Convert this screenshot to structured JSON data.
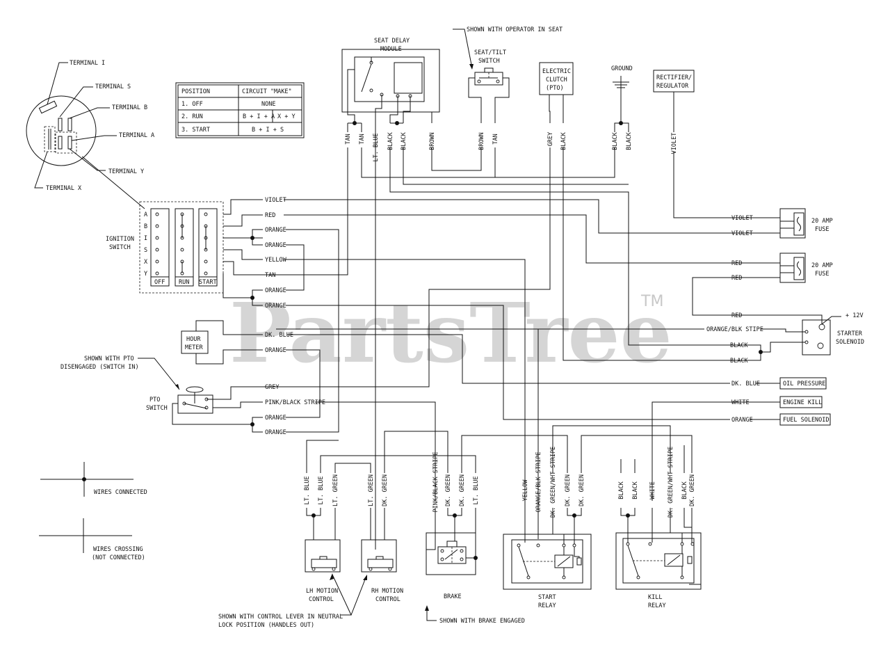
{
  "watermark": {
    "text": "PartsTree",
    "tm": "TM"
  },
  "key_switch": {
    "terminals": {
      "i": "TERMINAL I",
      "s": "TERMINAL S",
      "b": "TERMINAL B",
      "a": "TERMINAL A",
      "y": "TERMINAL Y",
      "x": "TERMINAL X"
    }
  },
  "position_table": {
    "header": [
      "POSITION",
      "CIRCUIT \"MAKE\""
    ],
    "rows": [
      [
        "1. OFF",
        "NONE",
        ""
      ],
      [
        "2. RUN",
        "B + I + A",
        "X + Y"
      ],
      [
        "3. START",
        "B + I + S",
        ""
      ]
    ]
  },
  "ignition_switch": {
    "title": [
      "IGNITION",
      "SWITCH"
    ],
    "letters": [
      "A",
      "B",
      "I",
      "S",
      "X",
      "Y"
    ],
    "columns": [
      "OFF",
      "RUN",
      "START"
    ],
    "wires": [
      "VIOLET",
      "RED",
      "ORANGE",
      "ORANGE",
      "YELLOW",
      "TAN",
      "ORANGE",
      "ORANGE"
    ]
  },
  "hour_meter": {
    "title": [
      "HOUR",
      "METER"
    ],
    "wires": [
      "DK. BLUE",
      "ORANGE"
    ]
  },
  "pto_switch": {
    "title": [
      "PTO",
      "SWITCH"
    ],
    "note": [
      "SHOWN WITH PTO",
      "DISENGAGED (SWITCH IN)"
    ],
    "wires": [
      "GREY",
      "PINK/BLACK STRIPE",
      "ORANGE",
      "ORANGE"
    ]
  },
  "seat_delay": {
    "title": [
      "SEAT DELAY",
      "MODULE"
    ]
  },
  "seat_tilt": {
    "title": [
      "SEAT/TILT",
      "SWITCH"
    ],
    "note": "SHOWN WITH OPERATOR IN SEAT"
  },
  "clutch": {
    "title": [
      "ELECTRIC",
      "CLUTCH",
      "(PTO)"
    ]
  },
  "ground": {
    "title": "GROUND"
  },
  "rectifier": {
    "title": [
      "RECTIFIER/",
      "REGULATOR"
    ]
  },
  "top_wires": [
    "TAN",
    "TAN",
    "LT. BLUE",
    "BLACK",
    "BLACK",
    "BROWN",
    "BROWN",
    "TAN",
    "GREY",
    "BLACK",
    "BLACK",
    "BLACK",
    "VIOLET"
  ],
  "fuses": [
    {
      "title": [
        "20 AMP",
        "FUSE"
      ],
      "wires": [
        "VIOLET",
        "VIOLET"
      ]
    },
    {
      "title": [
        "20 AMP",
        "FUSE"
      ],
      "wires": [
        "RED",
        "RED"
      ]
    }
  ],
  "starter": {
    "title": [
      "STARTER",
      "SOLENOID"
    ],
    "plus": "+ 12V",
    "wires": [
      "RED",
      "ORANGE/BLK STIPE",
      "BLACK",
      "BLACK"
    ]
  },
  "right_labels": {
    "wires": [
      "DK. BLUE",
      "WHITE",
      "ORANGE"
    ],
    "boxes": [
      "OIL PRESSURE",
      "ENGINE KILL",
      "FUEL SOLENOID"
    ]
  },
  "bottom_wires": {
    "motion": [
      "LT. BLUE",
      "LT. BLUE",
      "LT. GREEN",
      "LT. GREEN",
      "DK. GREEN"
    ],
    "brake": [
      "PINK/BLACK STRIPE",
      "DK. GREEN",
      "DK. GREEN",
      "LT. BLUE"
    ],
    "start": [
      "YELLOW",
      "ORANGE/BLK STRIPE",
      "DK. GREEN/WHT STRIPE",
      "DK. GREEN",
      "DK. GREEN"
    ],
    "kill": [
      "BLACK",
      "BLACK",
      "WHITE",
      "DK. GREEN/WHT STRIPE",
      "BLACK",
      "DK. GREEN"
    ]
  },
  "components_bottom": {
    "lh": [
      "LH MOTION",
      "CONTROL"
    ],
    "rh": [
      "RH MOTION",
      "CONTROL"
    ],
    "brake": "BRAKE",
    "start_relay": [
      "START",
      "RELAY"
    ],
    "kill_relay": [
      "KILL",
      "RELAY"
    ],
    "lever_note": [
      "SHOWN WITH CONTROL LEVER IN NEUTRAL",
      "LOCK POSITION (HANDLES OUT)"
    ],
    "brake_note": "SHOWN WITH BRAKE ENGAGED"
  },
  "legend": {
    "connected": "WIRES CONNECTED",
    "crossing": [
      "WIRES CROSSING",
      "(NOT CONNECTED)"
    ]
  }
}
